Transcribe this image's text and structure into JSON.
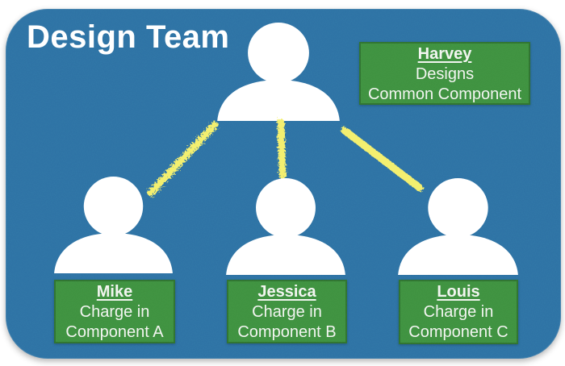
{
  "title": "Design Team",
  "colors": {
    "card_blue": "#2e72a4",
    "box_green": "#3f9140",
    "chalk_yellow": "#f3ef6d",
    "label_text": "#f2f5f0"
  },
  "manager": {
    "name": "Harvey",
    "line1": "Designs",
    "line2": "Common Component"
  },
  "members": [
    {
      "name": "Mike",
      "line1": "Charge in",
      "line2": "Component A"
    },
    {
      "name": "Jessica",
      "line1": "Charge in",
      "line2": "Component B"
    },
    {
      "name": "Louis",
      "line1": "Charge in",
      "line2": "Component C"
    }
  ]
}
